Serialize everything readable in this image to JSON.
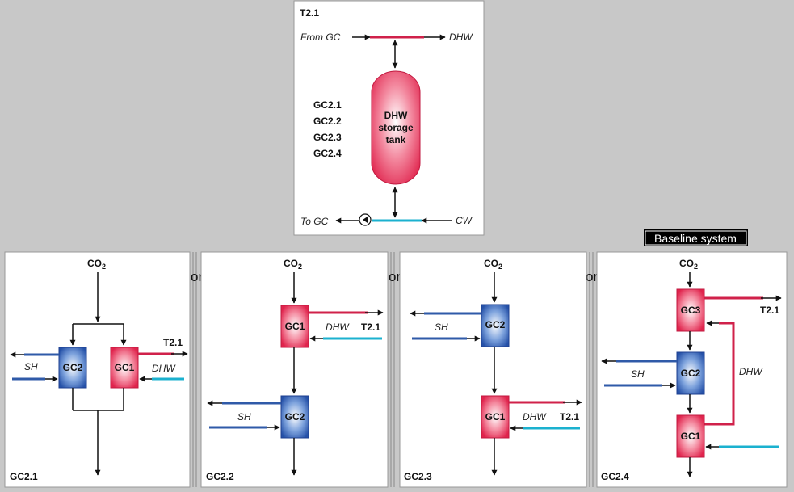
{
  "top_panel": {
    "title": "T2.1",
    "from_gc": "From GC",
    "dhw": "DHW",
    "tank_line1": "DHW",
    "tank_line2": "storage",
    "tank_line3": "tank",
    "options": [
      "GC2.1",
      "GC2.2",
      "GC2.3",
      "GC2.4"
    ],
    "to_gc": "To GC",
    "cw": "CW"
  },
  "baseline_label": "Baseline system",
  "separator_text": "or",
  "co2": "CO",
  "co2_sub": "2",
  "panels": {
    "gc21": {
      "title": "GC2.1",
      "gc2": "GC2",
      "gc1": "GC1",
      "sh": "SH",
      "dhw": "DHW",
      "t21": "T2.1"
    },
    "gc22": {
      "title": "GC2.2",
      "gc1": "GC1",
      "gc2": "GC2",
      "sh": "SH",
      "dhw": "DHW",
      "t21": "T2.1"
    },
    "gc23": {
      "title": "GC2.3",
      "gc2": "GC2",
      "gc1": "GC1",
      "sh": "SH",
      "dhw": "DHW",
      "t21": "T2.1"
    },
    "gc24": {
      "title": "GC2.4",
      "gc3": "GC3",
      "gc2": "GC2",
      "gc1": "GC1",
      "sh": "SH",
      "dhw": "DHW",
      "t21": "T2.1"
    }
  },
  "colors": {
    "red_line": "#d0214a",
    "blue_line": "#2f5aa8",
    "cyan_line": "#1bb1cf"
  }
}
